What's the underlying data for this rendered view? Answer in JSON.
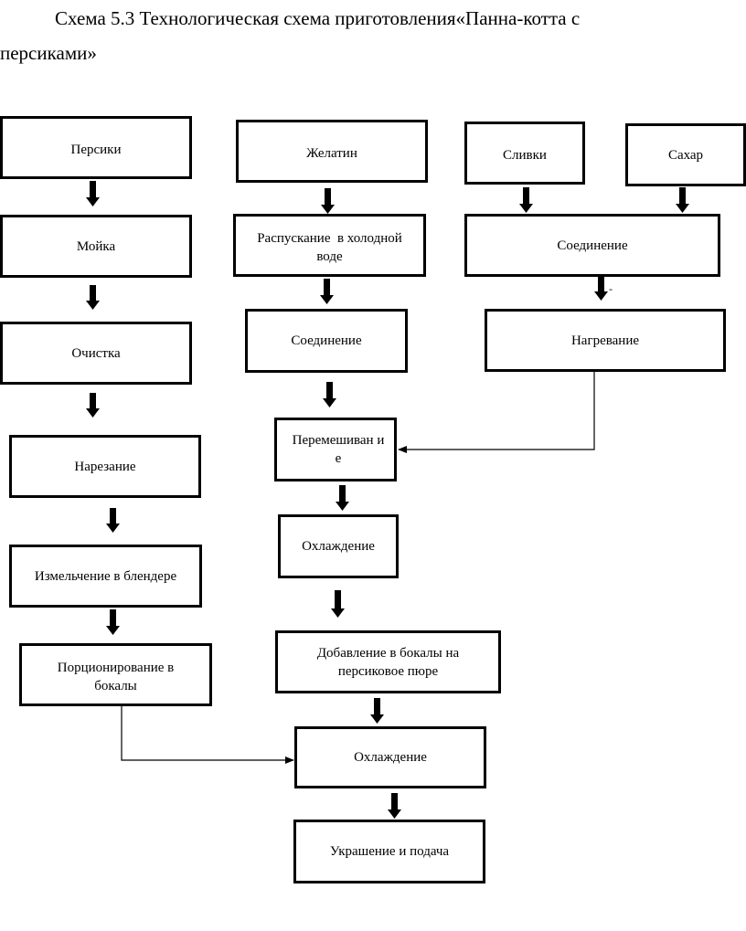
{
  "title": {
    "line1": "Схема 5.3 Технологическая схема приготовления«Панна-котта с",
    "line2": "персиками»"
  },
  "nodes": {
    "persiki": "Персики",
    "moika": "Мойка",
    "ochistka": "Очистка",
    "narezanie": "Нарезание",
    "izmelchenie": "Измельчение в блендере",
    "porcionirovanie": "Порционирование в бокалы",
    "zhelatin": "Желатин",
    "raspuskanie": "Распускание  в холодной воде",
    "soedinenie_1": "Соединение",
    "slivki": "Сливки",
    "sahar": "Сахар",
    "soedinenie_2": "Соединение",
    "nagrevanie": "Нагревание",
    "peremeshivanie": "Перемешиван ие",
    "ohlazhdenie_1": "Охлаждение",
    "dobavlenie": "Добавление в бокалы на персиковое пюре",
    "ohlazhdenie_2": "Охлаждение",
    "ukrashenie": "Украшение и подача"
  },
  "stray_mark": "-"
}
